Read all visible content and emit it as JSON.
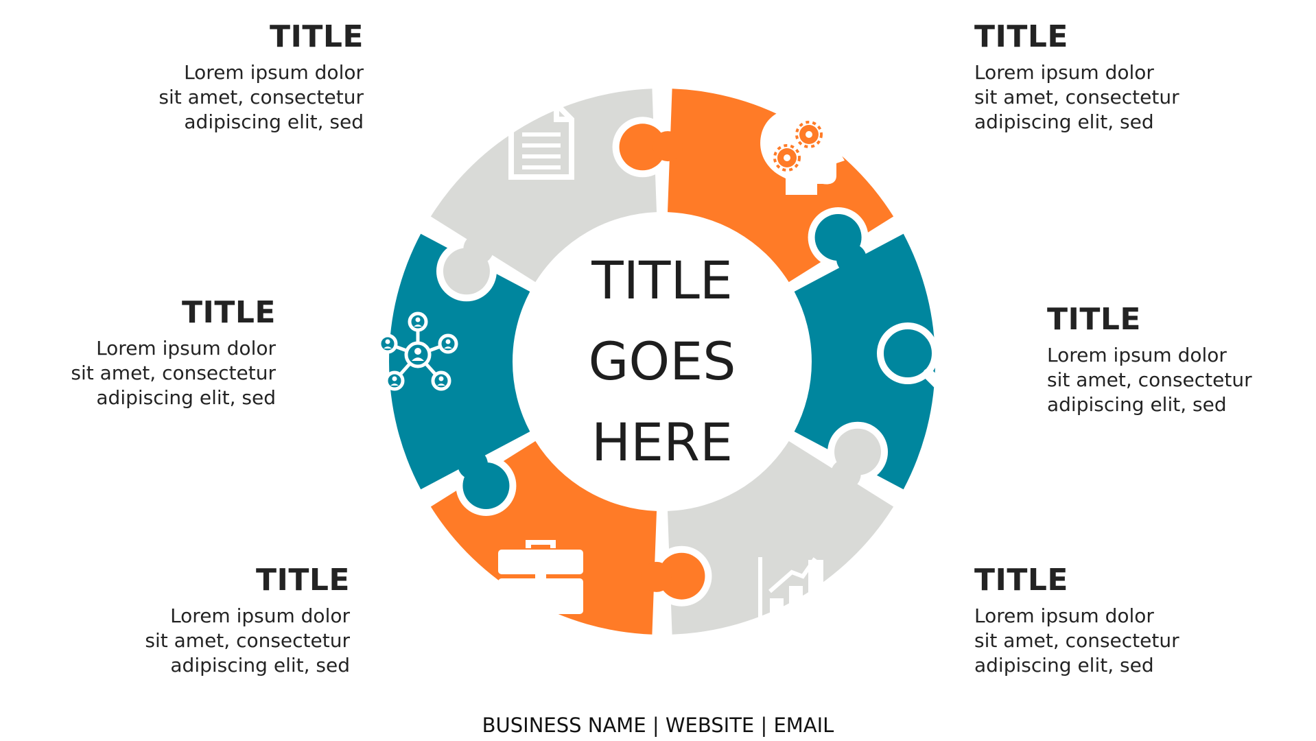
{
  "colors": {
    "orange": "#FF7B27",
    "teal": "#00869E",
    "gray": "#D9DAD7",
    "icon": "#FFFFFF",
    "gap": "#FFFFFF"
  },
  "center": {
    "lines": [
      "TITLE",
      "GOES",
      "HERE"
    ]
  },
  "segments": [
    {
      "id": "top-right",
      "color": "orange",
      "icon": "head-gears-icon"
    },
    {
      "id": "right",
      "color": "teal",
      "icon": "magnifier-icon"
    },
    {
      "id": "bottom-right",
      "color": "gray",
      "icon": "bar-chart-icon"
    },
    {
      "id": "bottom-left",
      "color": "orange",
      "icon": "briefcase-icon"
    },
    {
      "id": "left",
      "color": "teal",
      "icon": "network-icon"
    },
    {
      "id": "top-left",
      "color": "gray",
      "icon": "document-icon"
    }
  ],
  "callouts": [
    {
      "title": "TITLE",
      "body": "Lorem ipsum dolor\nsit amet, consectetur\nadipiscing elit, sed"
    },
    {
      "title": "TITLE",
      "body": "Lorem ipsum dolor\nsit amet, consectetur\nadipiscing elit, sed"
    },
    {
      "title": "TITLE",
      "body": "Lorem ipsum dolor\nsit amet, consectetur\nadipiscing elit, sed"
    },
    {
      "title": "TITLE",
      "body": "Lorem ipsum dolor\nsit amet, consectetur\nadipiscing elit, sed"
    },
    {
      "title": "TITLE",
      "body": "Lorem ipsum dolor\nsit amet, consectetur\nadipiscing elit, sed"
    },
    {
      "title": "TITLE",
      "body": "Lorem ipsum dolor\nsit amet, consectetur\nadipiscing elit, sed"
    }
  ],
  "footer": "BUSINESS NAME | WEBSITE | EMAIL"
}
